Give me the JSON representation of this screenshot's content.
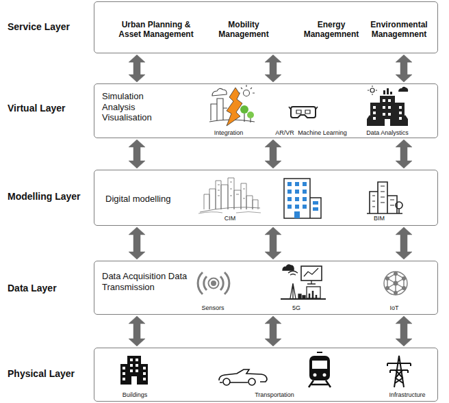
{
  "diagram": {
    "nodes": [
      {
        "text": [
          "Service Layer",
          "Urban Planning & Asset Management",
          "Mobility Management",
          "Energy Managemnent",
          "Environmental Managemnent"
        ]
      },
      {
        "text": [
          "Virtual Layer",
          "Simulation Analysis Visualisation",
          "Integration",
          "AR/VR",
          "Machine Learning",
          "Data Analystics"
        ]
      },
      {
        "text": [
          "Modelling Layer",
          "Digital modelling",
          "CIM",
          "BIM"
        ]
      },
      {
        "text": [
          "Data Layer",
          "Data Acquisition Data Transmission",
          "Sensors",
          "5G",
          "IoT"
        ]
      },
      {
        "text": [
          "Physical Layer",
          "Buildings",
          "Transportation",
          "Infrastructure"
        ]
      }
    ],
    "edges": [
      {
        "from": 0,
        "to": 1,
        "arrow": "both"
      },
      {
        "from": 0,
        "to": 1,
        "arrow": "both"
      },
      {
        "from": 0,
        "to": 1,
        "arrow": "both"
      },
      {
        "from": 1,
        "to": 2,
        "arrow": "both"
      },
      {
        "from": 1,
        "to": 2,
        "arrow": "both"
      },
      {
        "from": 1,
        "to": 2,
        "arrow": "both"
      },
      {
        "from": 2,
        "to": 3,
        "arrow": "both"
      },
      {
        "from": 2,
        "to": 3,
        "arrow": "both"
      },
      {
        "from": 2,
        "to": 3,
        "arrow": "both"
      },
      {
        "from": 3,
        "to": 4,
        "arrow": "both"
      },
      {
        "from": 3,
        "to": 4,
        "arrow": "both"
      },
      {
        "from": 3,
        "to": 4,
        "arrow": "both"
      }
    ]
  }
}
